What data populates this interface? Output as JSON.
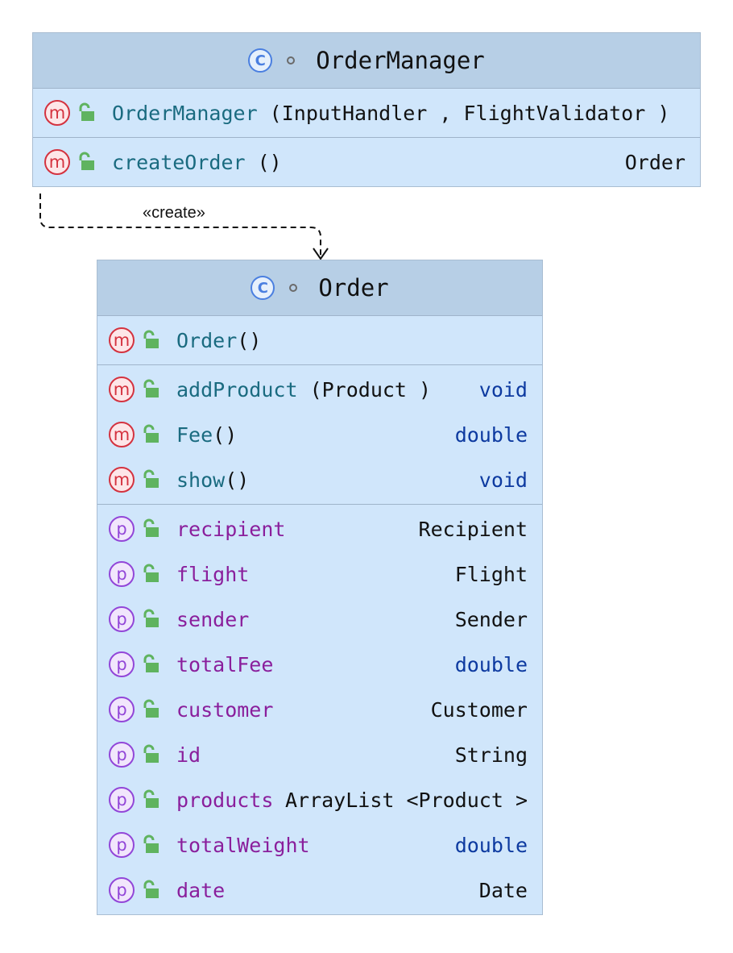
{
  "diagram": {
    "relation": {
      "stereotype": "«create»",
      "from": "OrderManager",
      "to": "Order"
    },
    "classes": [
      {
        "name": "OrderManager",
        "kind_icon": "class-icon",
        "sections": [
          [
            {
              "kind": "method",
              "name": "OrderManager",
              "params": " (InputHandler , FlightValidator )",
              "type": "",
              "type_kind": "ref"
            }
          ],
          [
            {
              "kind": "method",
              "name": "createOrder",
              "params": " ()",
              "type": "Order",
              "type_kind": "ref"
            }
          ]
        ]
      },
      {
        "name": "Order",
        "kind_icon": "class-icon",
        "sections": [
          [
            {
              "kind": "method",
              "name": "Order",
              "params": "()",
              "type": "",
              "type_kind": "ref"
            }
          ],
          [
            {
              "kind": "method",
              "name": "addProduct",
              "params": " (Product )",
              "type": "void",
              "type_kind": "prim"
            },
            {
              "kind": "method",
              "name": "Fee",
              "params": "()",
              "type": "double",
              "type_kind": "prim"
            },
            {
              "kind": "method",
              "name": "show",
              "params": "()",
              "type": "void",
              "type_kind": "prim"
            }
          ],
          [
            {
              "kind": "property",
              "name": "recipient",
              "params": "",
              "type": "Recipient",
              "type_kind": "ref"
            },
            {
              "kind": "property",
              "name": "flight",
              "params": "",
              "type": "Flight",
              "type_kind": "ref"
            },
            {
              "kind": "property",
              "name": "sender",
              "params": "",
              "type": "Sender",
              "type_kind": "ref"
            },
            {
              "kind": "property",
              "name": "totalFee",
              "params": "",
              "type": "double",
              "type_kind": "prim"
            },
            {
              "kind": "property",
              "name": "customer",
              "params": "",
              "type": "Customer",
              "type_kind": "ref"
            },
            {
              "kind": "property",
              "name": "id",
              "params": "",
              "type": "String",
              "type_kind": "ref"
            },
            {
              "kind": "property",
              "name": "products",
              "params": "",
              "type": "ArrayList <Product >",
              "type_kind": "ref"
            },
            {
              "kind": "property",
              "name": "totalWeight",
              "params": "",
              "type": "double",
              "type_kind": "prim"
            },
            {
              "kind": "property",
              "name": "date",
              "params": "",
              "type": "Date",
              "type_kind": "ref"
            }
          ]
        ]
      }
    ],
    "badge_letters": {
      "method": "m",
      "property": "p",
      "class": "C"
    },
    "colors": {
      "header": "#b7cfe6",
      "body": "#d0e6fb",
      "method_badge": "#d4323f",
      "property_badge": "#9246d8",
      "class_badge": "#4a7fe0",
      "method_name": "#1a6b80",
      "field_name": "#8a1f9c",
      "primitive_type": "#0d3aa0",
      "public_lock": "#5fb35f"
    }
  }
}
